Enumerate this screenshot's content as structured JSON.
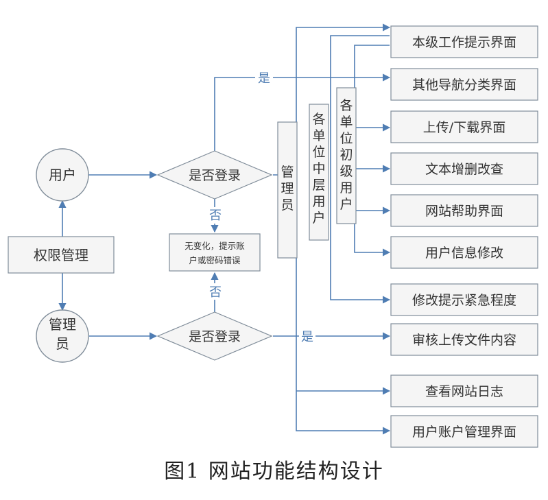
{
  "colors": {
    "line": "#4f7db3",
    "box_border": "#7f8c99",
    "box_fill": "#f5f5f5",
    "text": "#333333",
    "label": "#4f7db3"
  },
  "nodes": {
    "user": "用户",
    "admin": "管理员",
    "permission": "权限管理",
    "login_check_user": "是否登录",
    "login_check_admin": "是否登录",
    "error_msg": "无变化，提示账户或密码错误",
    "admin_col": "管理员",
    "mid_user": "各单位中层用户",
    "junior_user": "各单位初级用户"
  },
  "labels": {
    "yes": "是",
    "no": "否"
  },
  "right_boxes": [
    "本级工作提示界面",
    "其他导航分类界面",
    "上传/下载界面",
    "文本增删改查",
    "网站帮助界面",
    "用户信息修改",
    "修改提示紧急程度",
    "审核上传文件内容",
    "查看网站日志",
    "用户账户管理界面"
  ],
  "caption": "图1  网站功能结构设计"
}
